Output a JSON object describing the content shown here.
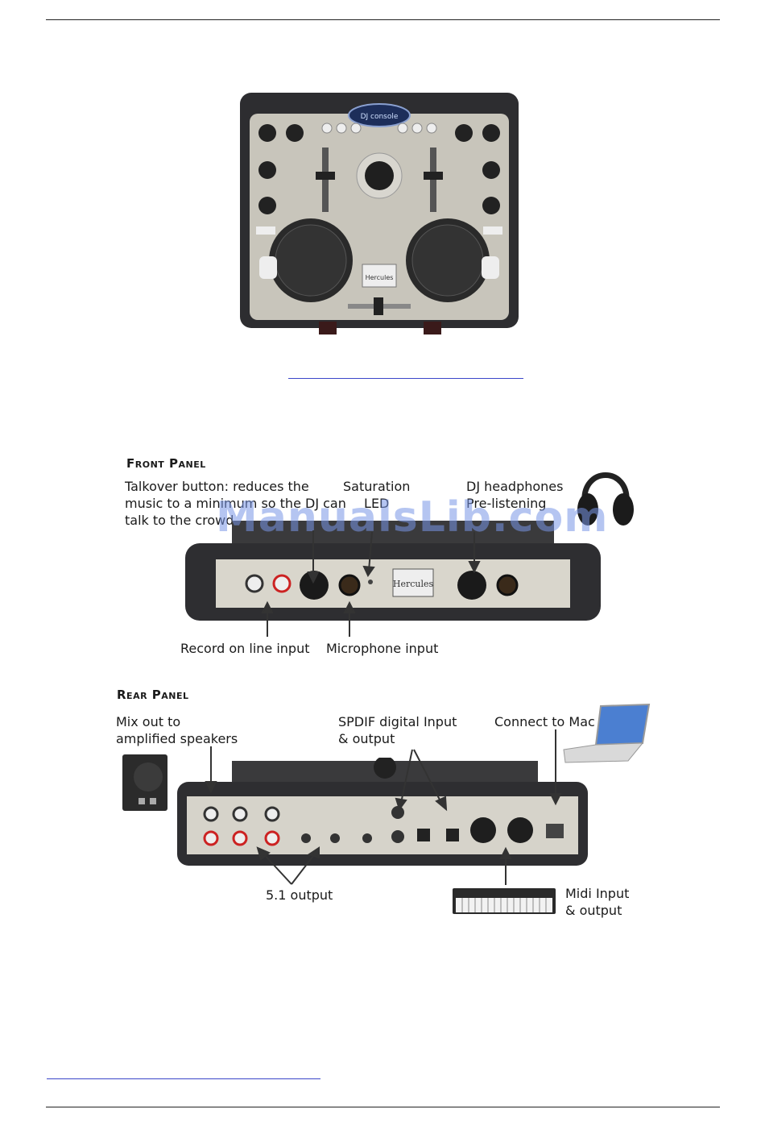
{
  "front_panel": {
    "heading": "Front Panel",
    "callouts": {
      "talkover": "Talkover button: reduces the\nmusic to a minimum so the DJ can\ntalk to the crowd",
      "saturation": "Saturation\nLED",
      "headphones": "DJ headphones\nPre-listening",
      "record": "Record on line input",
      "microphone": "Microphone input"
    },
    "device_text": {
      "brand": "Hercules"
    }
  },
  "rear_panel": {
    "heading": "Rear Panel",
    "callouts": {
      "mix_out": "Mix out to\namplified speakers",
      "spdif": "SPDIF digital Input\n& output",
      "mac": "Connect to Mac",
      "surround": "5.1 output",
      "midi": "Midi Input\n& output"
    }
  },
  "top_device": {
    "brand": "Hercules"
  },
  "watermark": "ManualsLib.com",
  "colors": {
    "link": "#3b46c9",
    "device_dark": "#2b2b2d",
    "device_panel": "#c9c6bd"
  }
}
